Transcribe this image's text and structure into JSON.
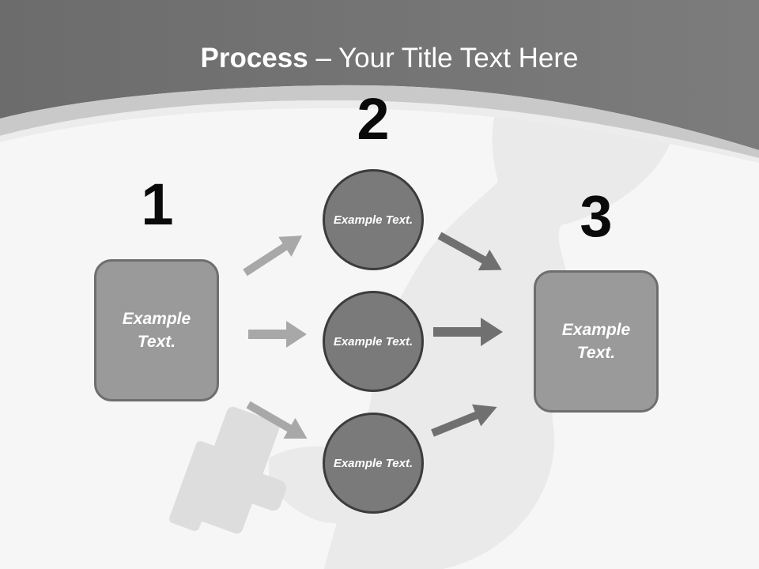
{
  "title": {
    "bold": "Process",
    "dash": " – ",
    "rest": "Your Title Text Here"
  },
  "steps": [
    {
      "number": "1",
      "text": "Example Text."
    },
    {
      "number": "2",
      "text": "Example Text."
    },
    {
      "number": "3",
      "text": "Example Text."
    }
  ],
  "circles": [
    {
      "text": "Example Text."
    },
    {
      "text": "Example Text."
    },
    {
      "text": "Example Text."
    }
  ],
  "colors": {
    "header": "#6f6f6f",
    "background": "#f6f6f6",
    "box_fill": "#9a9a9a",
    "circle_fill": "#7a7a7a",
    "arrow_light": "#a8a8a8",
    "arrow_dark": "#707070"
  }
}
